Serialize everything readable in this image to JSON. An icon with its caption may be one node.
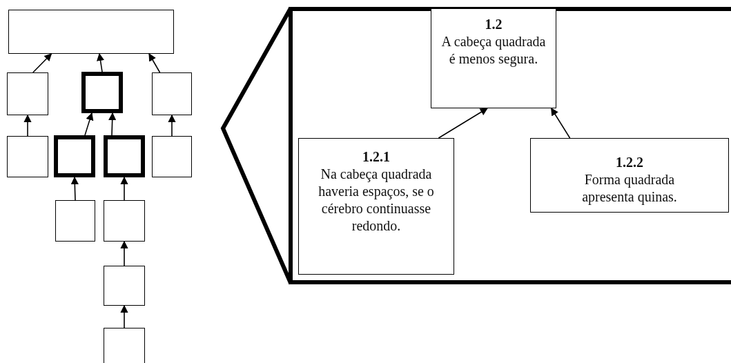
{
  "diagram": {
    "nodes": [
      {
        "text": [],
        "shape": "box"
      },
      {
        "text": [],
        "shape": "box"
      },
      {
        "text": [],
        "shape": "box"
      },
      {
        "text": [],
        "shape": "box"
      },
      {
        "text": [],
        "shape": "box"
      },
      {
        "text": [],
        "shape": "box"
      },
      {
        "text": [],
        "shape": "box"
      },
      {
        "text": [],
        "shape": "box"
      },
      {
        "text": [],
        "shape": "box"
      },
      {
        "text": [],
        "shape": "box"
      },
      {
        "text": [],
        "shape": "box"
      },
      {
        "text": [],
        "shape": "box"
      },
      {
        "text": [],
        "shape": "box"
      },
      {
        "text": [
          "1.2",
          "A cabeça quadrada é menos segura."
        ],
        "in": 12
      },
      {
        "text": [
          "1.2.1",
          "Na cabeça quadrada haveria espaços, se o cérebro continuasse redondo."
        ],
        "in": 12
      },
      {
        "text": [
          "1.2.2",
          "Forma quadrada apresenta quinas."
        ],
        "in": 12
      }
    ],
    "edges": [
      {
        "from": 1,
        "to": 0,
        "arrow": "to"
      },
      {
        "from": 2,
        "to": 0,
        "arrow": "to"
      },
      {
        "from": 3,
        "to": 0,
        "arrow": "to"
      },
      {
        "from": 4,
        "to": 1,
        "arrow": "to"
      },
      {
        "from": 5,
        "to": 2,
        "arrow": "to"
      },
      {
        "from": 6,
        "to": 2,
        "arrow": "to"
      },
      {
        "from": 7,
        "to": 3,
        "arrow": "to"
      },
      {
        "from": 8,
        "to": 5,
        "arrow": "to"
      },
      {
        "from": 9,
        "to": 6,
        "arrow": "to"
      },
      {
        "from": 10,
        "to": 9,
        "arrow": "to"
      },
      {
        "from": 11,
        "to": 10,
        "arrow": "to"
      },
      {
        "from": 14,
        "to": 13,
        "arrow": "to"
      },
      {
        "from": 15,
        "to": 13,
        "arrow": "to"
      }
    ]
  }
}
